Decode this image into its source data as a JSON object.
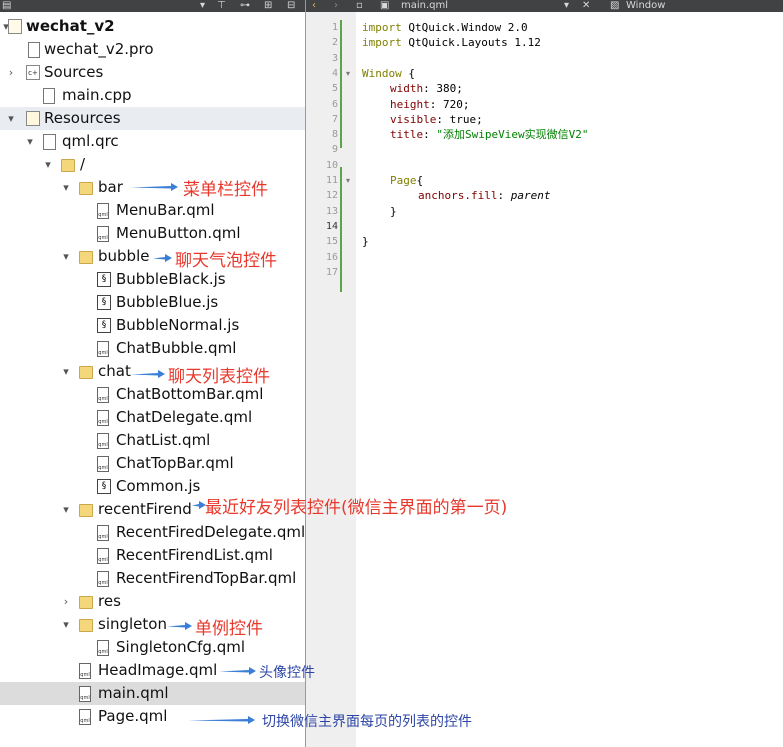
{
  "tree": {
    "items": [
      {
        "label": "wechat_v2",
        "icon": "project-icon"
      },
      {
        "label": "wechat_v2.pro",
        "icon": "file-icon"
      },
      {
        "label": "Sources",
        "icon": "sources-folder-icon"
      },
      {
        "label": "main.cpp",
        "icon": "file-icon"
      },
      {
        "label": "Resources",
        "icon": "resources-folder-icon"
      },
      {
        "label": "qml.qrc",
        "icon": "qrc-file-icon"
      },
      {
        "label": "/",
        "icon": "folder-icon"
      },
      {
        "label": "bar",
        "icon": "folder-icon"
      },
      {
        "label": "MenuBar.qml",
        "icon": "qml-file-icon"
      },
      {
        "label": "MenuButton.qml",
        "icon": "qml-file-icon"
      },
      {
        "label": "bubble",
        "icon": "folder-icon"
      },
      {
        "label": "BubbleBlack.js",
        "icon": "js-file-icon"
      },
      {
        "label": "BubbleBlue.js",
        "icon": "js-file-icon"
      },
      {
        "label": "BubbleNormal.js",
        "icon": "js-file-icon"
      },
      {
        "label": "ChatBubble.qml",
        "icon": "qml-file-icon"
      },
      {
        "label": "chat",
        "icon": "folder-icon"
      },
      {
        "label": "ChatBottomBar.qml",
        "icon": "qml-file-icon"
      },
      {
        "label": "ChatDelegate.qml",
        "icon": "qml-file-icon"
      },
      {
        "label": "ChatList.qml",
        "icon": "qml-file-icon"
      },
      {
        "label": "ChatTopBar.qml",
        "icon": "qml-file-icon"
      },
      {
        "label": "Common.js",
        "icon": "js-file-icon"
      },
      {
        "label": "recentFirend",
        "icon": "folder-icon"
      },
      {
        "label": "RecentFiredDelegate.qml",
        "icon": "qml-file-icon"
      },
      {
        "label": "RecentFirendList.qml",
        "icon": "qml-file-icon"
      },
      {
        "label": "RecentFirendTopBar.qml",
        "icon": "qml-file-icon"
      },
      {
        "label": "res",
        "icon": "folder-icon"
      },
      {
        "label": "singleton",
        "icon": "folder-icon"
      },
      {
        "label": "SingletonCfg.qml",
        "icon": "qml-file-icon"
      },
      {
        "label": "HeadImage.qml",
        "icon": "qml-file-icon"
      },
      {
        "label": "main.qml",
        "icon": "qml-file-icon"
      },
      {
        "label": "Page.qml",
        "icon": "qml-file-icon"
      }
    ]
  },
  "editor": {
    "tab_label": "main.qml",
    "symbol_label": "Window",
    "line_numbers": [
      "1",
      "2",
      "3",
      "4",
      "5",
      "6",
      "7",
      "8",
      "9",
      "10",
      "11",
      "12",
      "13",
      "14",
      "15",
      "16",
      "17"
    ],
    "code": {
      "l1_kw": "import",
      "l1_rest": " QtQuick.Window 2.0",
      "l2_kw": "import",
      "l2_rest": " QtQuick.Layouts 1.12",
      "l4_type": "Window",
      "l4_rest": " {",
      "l5_prop": "width",
      "l5_rest": ": 380;",
      "l6_prop": "height",
      "l6_rest": ": 720;",
      "l7_prop": "visible",
      "l7_rest": ": true;",
      "l8_prop": "title",
      "l8_sep": ": ",
      "l8_str": "\"添加SwipeView实现微信V2\"",
      "l11_type": "Page",
      "l11_rest": "{",
      "l12_prop": "anchors.fill",
      "l12_sep": ": ",
      "l12_val": "parent",
      "l13": "}",
      "l15": "}"
    }
  },
  "annotations": {
    "bar": "菜单栏控件",
    "bubble": "聊天气泡控件",
    "chat": "聊天列表控件",
    "recent": "最近好友列表控件(微信主界面的第一页)",
    "singleton": "单例控件",
    "headimage": "头像控件",
    "page": "切换微信主界面每页的列表的控件"
  },
  "colors": {
    "annotation_red": "#e8382c",
    "annotation_blue": "#2d46a6",
    "arrow_blue": "#3a7fd5",
    "change_bar": "#5aa545"
  }
}
